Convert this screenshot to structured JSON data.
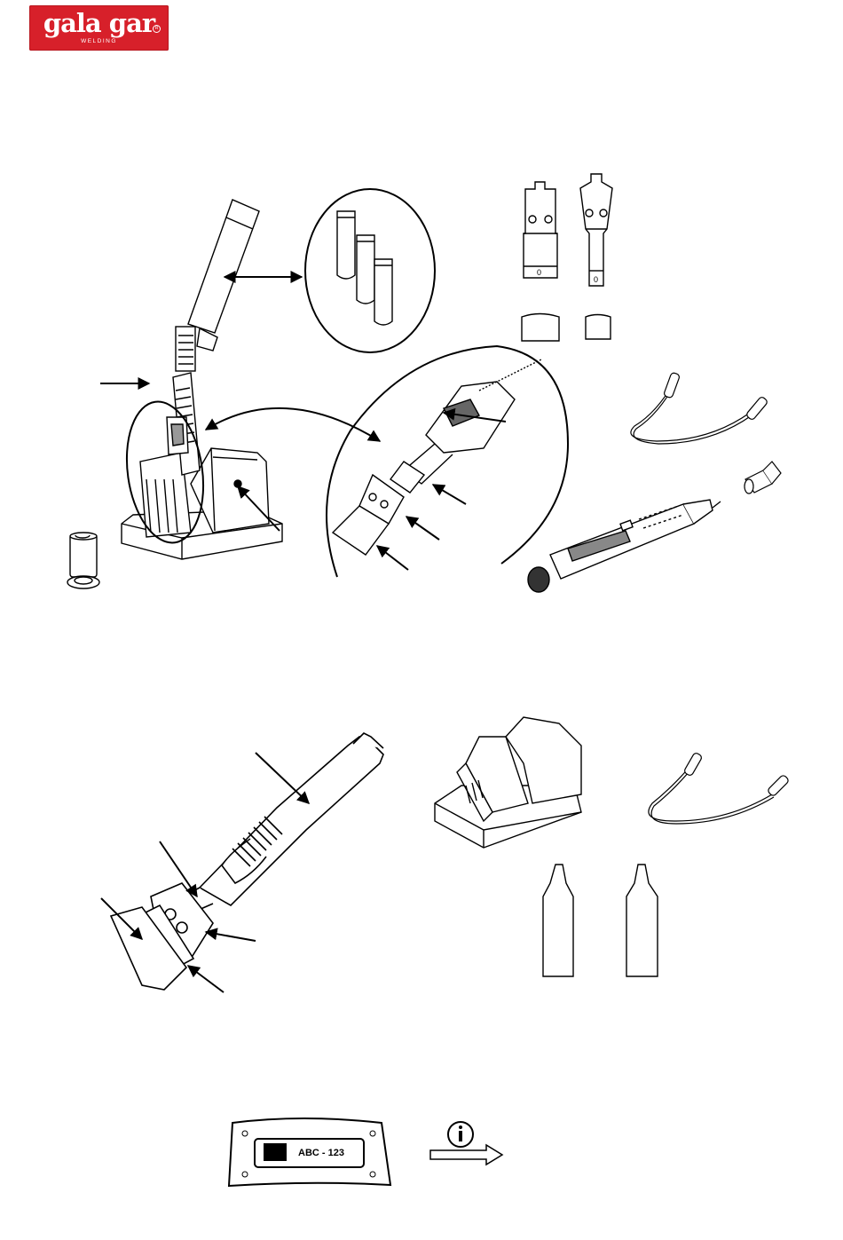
{
  "brand": {
    "logo_text": "gala gar",
    "logo_subtext": "WELDING",
    "registered_mark": "R",
    "color": "#d7202a"
  },
  "figures": {
    "nozzle_left_marking": "0",
    "nozzle_right_marking": "0",
    "rating_plate_code": "ABC - 123"
  },
  "icons": {
    "info": "information-icon",
    "arrow": "outline-arrow-right-icon"
  }
}
